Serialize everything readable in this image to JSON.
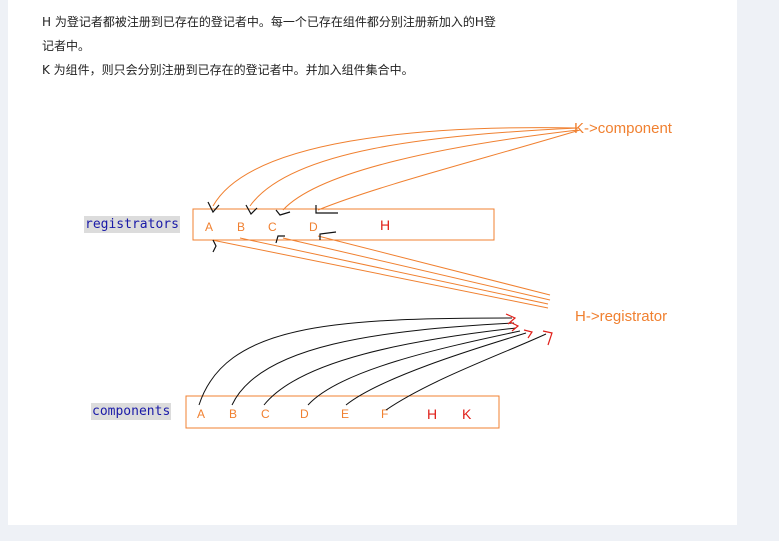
{
  "text": {
    "line1": "H 为登记者都被注册到已存在的登记者中。每一个已存在组件都分别注册新加入的H登",
    "line2": "记者中。",
    "line3": "K 为组件，则只会分别注册到已存在的登记者中。并加入组件集合中。"
  },
  "labels": {
    "registrators": "registrators",
    "components": "components",
    "k_arrow": "K->component",
    "h_arrow": "H->registrator"
  },
  "registrators_box": {
    "items": [
      "A",
      "B",
      "C",
      "D"
    ],
    "new_item": "H"
  },
  "components_box": {
    "items": [
      "A",
      "B",
      "C",
      "D",
      "E",
      "F"
    ],
    "new_items": [
      "H",
      "K"
    ]
  },
  "colors": {
    "orange": "#f08030",
    "red": "#e0201a",
    "tag_text": "#1a1aa8",
    "tag_bg": "#dcdcdc",
    "black": "#111111"
  }
}
